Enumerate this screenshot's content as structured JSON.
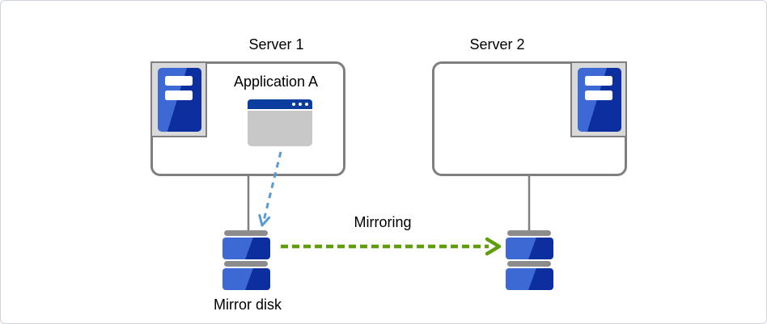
{
  "labels": {
    "server1": "Server 1",
    "server2": "Server 2",
    "application": "Application A",
    "mirroring": "Mirroring",
    "mirror_disk": "Mirror disk"
  },
  "colors": {
    "box_border_gray": "#7f7f7f",
    "icon_frame_gray": "#d9d9d9",
    "server_blue_light": "#3c69d4",
    "server_blue_dark": "#0c2e9e",
    "app_titlebar_blue": "#0b3d9e",
    "app_body_gray": "#c8c8c8",
    "disk_cap_gray": "#8c8c8c",
    "connector_gray": "#808080",
    "write_arrow_blue": "#5b9bd5",
    "mirroring_arrow_green": "#5f9e0a"
  },
  "icons": {
    "server1_icon": "server-tower-icon",
    "server2_icon": "server-tower-icon",
    "application_icon": "app-window-icon",
    "left_disk_icon": "mirror-disk-icon",
    "right_disk_icon": "mirror-disk-icon"
  }
}
